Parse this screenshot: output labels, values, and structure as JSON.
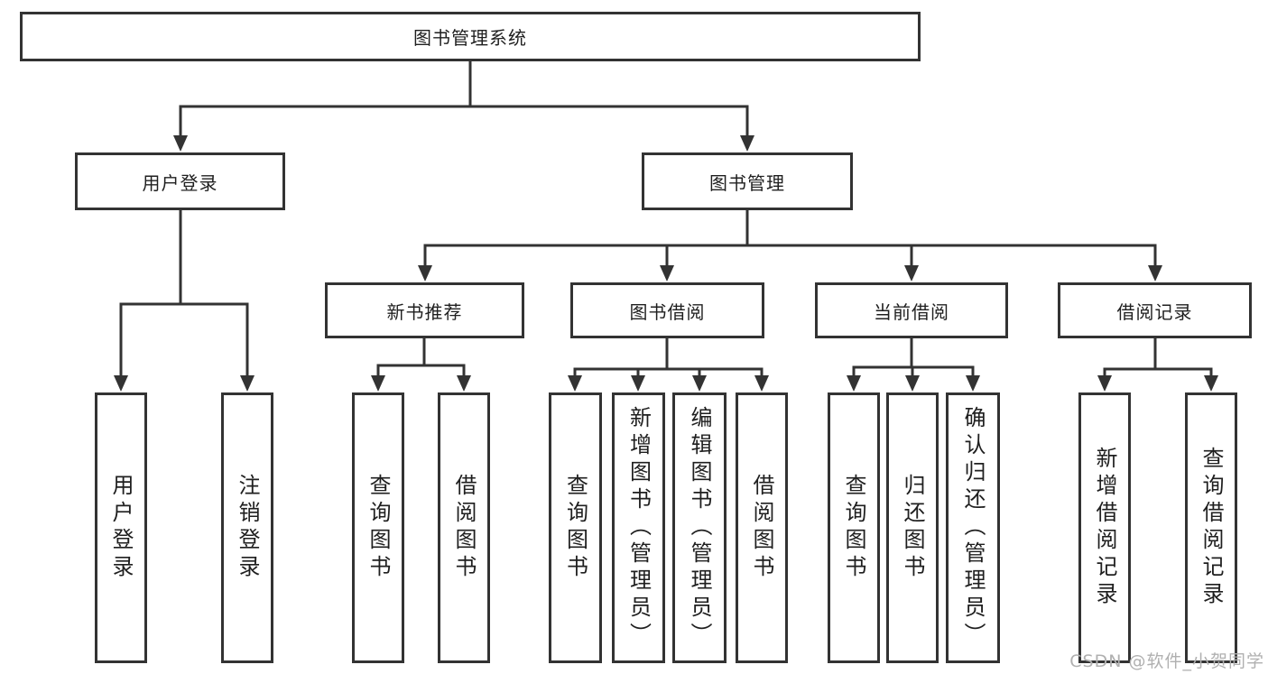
{
  "diagram": {
    "type": "function-structure-tree",
    "title": "图书管理系统",
    "nodes": {
      "root": "图书管理系统",
      "level2": [
        "用户登录",
        "图书管理"
      ],
      "level3": [
        "新书推荐",
        "图书借阅",
        "当前借阅",
        "借阅记录"
      ],
      "leaves_user_login": [
        "用户登录",
        "注销登录"
      ],
      "leaves_new_book": [
        "查询图书",
        "借阅图书"
      ],
      "leaves_book_borrow": [
        "查询图书",
        "新增图书（管理员）",
        "编辑图书（管理员）",
        "借阅图书"
      ],
      "leaves_current_borrow": [
        "查询图书",
        "归还图书",
        "确认归还（管理员）"
      ],
      "leaves_borrow_record": [
        "新增借阅记录",
        "查询借阅记录"
      ]
    },
    "watermark": "CSDN @软件_小贺同学",
    "colors": {
      "line": "#333333",
      "box_border": "#333333",
      "box_background": "#ffffff",
      "text": "#1f1f1f",
      "page_background": "#ffffff",
      "watermark": "#b0b0b0"
    }
  }
}
